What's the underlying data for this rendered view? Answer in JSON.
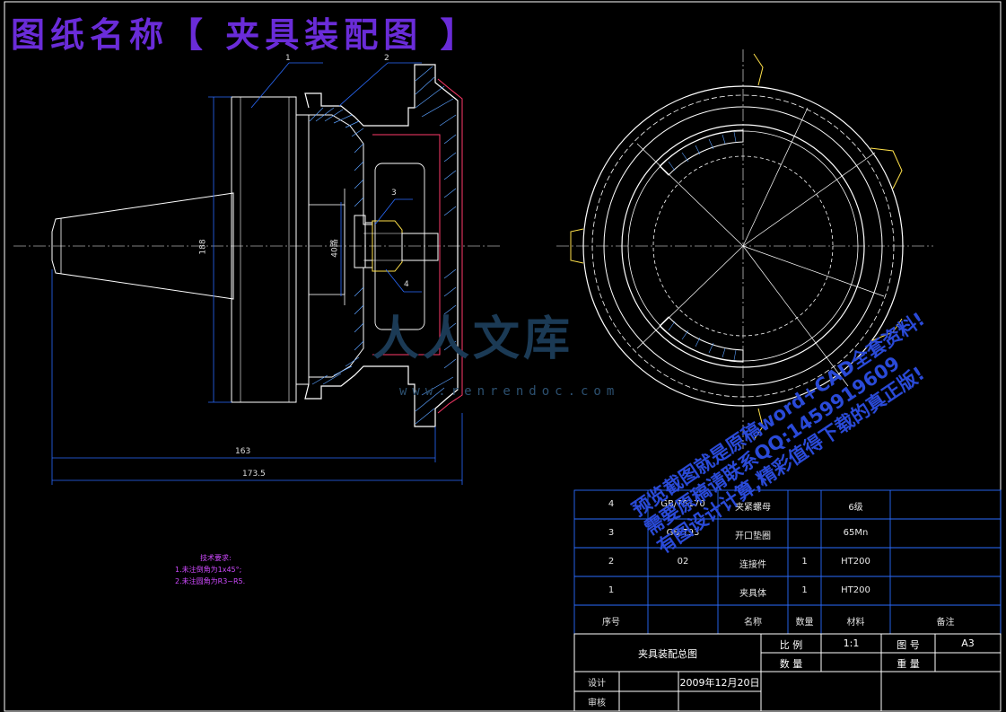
{
  "title": "图纸名称【 夹具装配图 】",
  "part_callouts": [
    "1",
    "2",
    "3",
    "4"
  ],
  "dimensions": {
    "d1": "163",
    "d2": "173.5",
    "d3": "188",
    "d4": "40路"
  },
  "technical_requirements": {
    "heading": "技术要求:",
    "item1": "1.未注倒角为1x45°;",
    "item2": "2.未注圆角为R3~R5."
  },
  "bom": {
    "rows": [
      {
        "no": "4",
        "code": "GB/T6170",
        "name": "夹紧螺母",
        "qty": "",
        "material": "6级"
      },
      {
        "no": "3",
        "code": "GB/T93",
        "name": "开口垫圈",
        "qty": "",
        "material": "65Mn"
      },
      {
        "no": "2",
        "code": "02",
        "name": "连接件",
        "qty": "1",
        "material": "HT200"
      },
      {
        "no": "1",
        "code": "",
        "name": "夹具体",
        "qty": "1",
        "material": "HT200"
      }
    ],
    "header": {
      "no": "序号",
      "name": "名称",
      "qty": "数量",
      "material": "材料",
      "remark": "备注"
    }
  },
  "title_block": {
    "drawing_name": "夹具装配总图",
    "scale_label": "比 例",
    "scale_value": "1:1",
    "drawing_no_label": "图 号",
    "drawing_no_value": "A3",
    "qty_label": "数 量",
    "weight_label": "重 量",
    "design_label": "设计",
    "date": "2009年12月20日",
    "review_label": "审核"
  },
  "watermark": {
    "logo": "人人文库",
    "url": "www.renrendoc.com",
    "line1": "预览截图就是原稿word+CAD全套资料!",
    "line2": "需要原稿请联系QQ:1459919609",
    "line3": "有图设计计算,精彩值得下载的真正版!"
  },
  "colors": {
    "background": "#000000",
    "line": "#ffffff",
    "dimension": "#2a6bff",
    "hatch": "#5aa0ff",
    "accent": "#ff3a6a",
    "yellow": "#ffe14a",
    "title": "#6a2cd8"
  }
}
